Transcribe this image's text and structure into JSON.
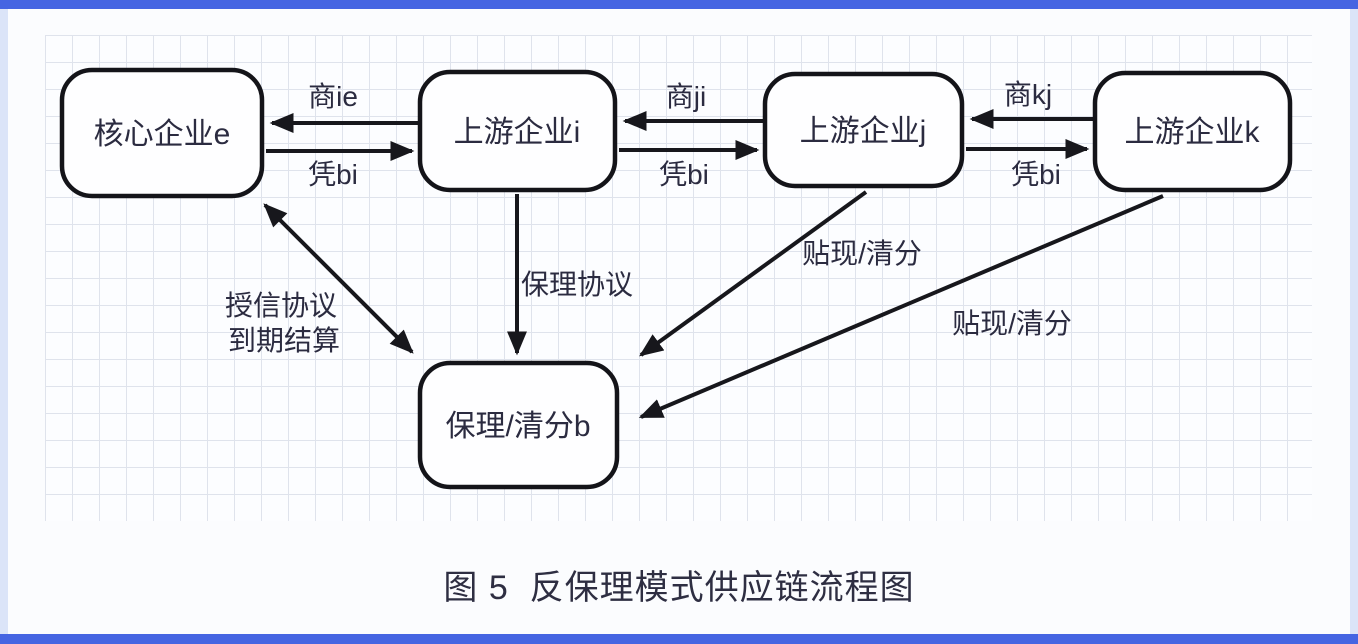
{
  "figure": {
    "caption": "图 5  反保理模式供应链流程图"
  },
  "diagram": {
    "nodes": {
      "core_e": {
        "label": "核心企业e"
      },
      "up_i": {
        "label": "上游企业i"
      },
      "up_j": {
        "label": "上游企业j"
      },
      "up_k": {
        "label": "上游企业k"
      },
      "factor_b": {
        "label": "保理/清分b"
      }
    },
    "edge_labels": {
      "shang_ie": "商ie",
      "ping_bi_e_i": "凭bi",
      "shang_ji": "商ji",
      "ping_bi_i_j": "凭bi",
      "shang_kj": "商kj",
      "ping_bi_j_k": "凭bi",
      "factoring_agreement": "保理协议",
      "credit_agreement": "授信协议",
      "maturity_settlement": "到期结算",
      "discount_clearing_j": "贴现/清分",
      "discount_clearing_k": "贴现/清分"
    }
  },
  "colors": {
    "edge_bar_blue": "#4565e2",
    "edge_strip_blue": "#dbe4f8",
    "grid_line": "#dfe3ec",
    "stroke_black": "#17171c",
    "text_dark": "#2b2b40"
  }
}
